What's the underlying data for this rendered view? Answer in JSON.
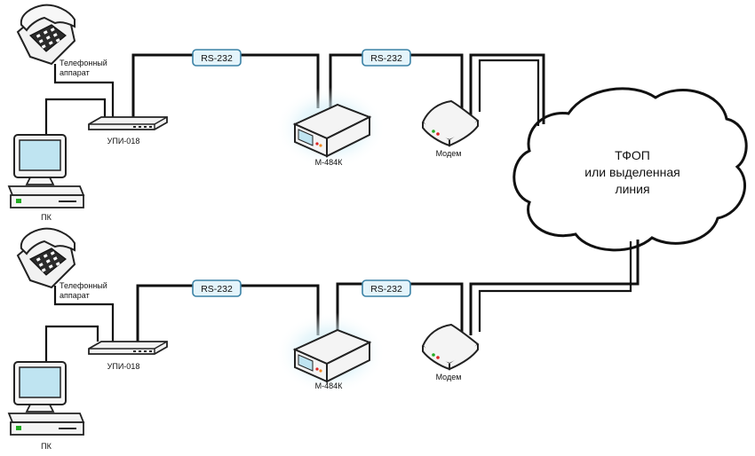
{
  "labels": {
    "phone": [
      "Телефонный",
      "аппарат"
    ],
    "upi": "УПИ-018",
    "pc": "ПК",
    "mux": "М-484К",
    "modem": "Модем",
    "rs232": "RS-232"
  },
  "cloud": {
    "lines": [
      "ТФОП",
      "или выделенная",
      "линия"
    ]
  },
  "icons": {
    "phone": "telephone-icon",
    "pc": "computer-icon",
    "upi": "converter-device-icon",
    "mux": "multiplexer-device-icon",
    "modem": "modem-icon"
  },
  "colors": {
    "glow": "#bfe6f2",
    "rs_box_fill": "#e4f4fb",
    "rs_box_stroke": "#3b82a6",
    "screen": "#bfe4f1",
    "led_green": "#22aa22",
    "led_red": "#dd2222",
    "led_orange": "#f08a20"
  }
}
